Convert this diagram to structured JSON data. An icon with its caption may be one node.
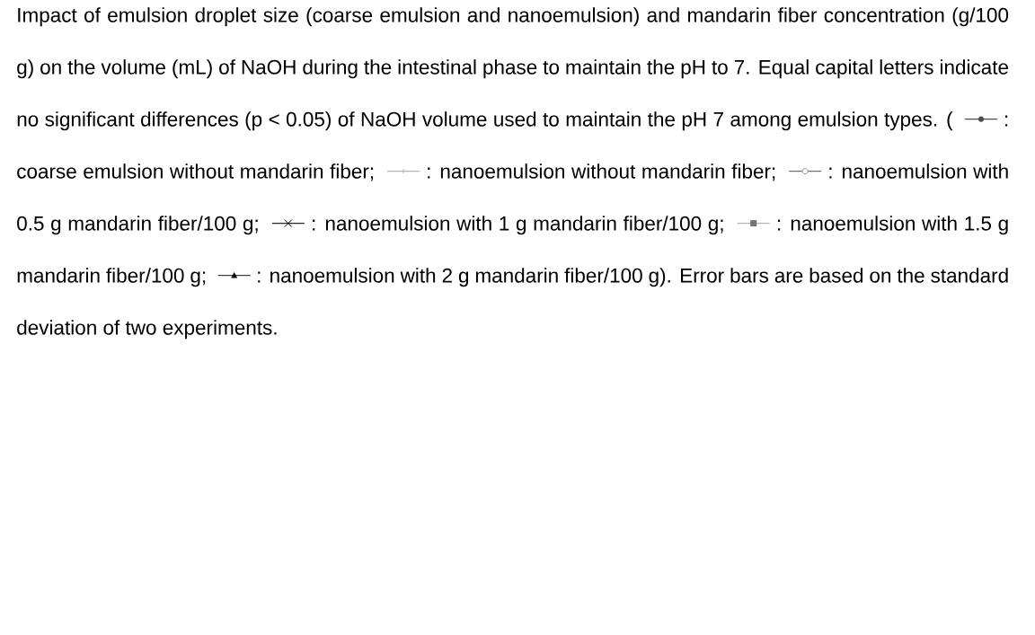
{
  "diagram": {
    "caption": "Impact of emulsion droplet size (coarse emulsion and nanoemulsion) and mandarin fiber concentration (g/100 g) on the volume (mL) of NaOH during the intestinal phase to maintain the pH to 7. Equal capital letters indicate no significant differences (p < 0.05) of NaOH volume used to maintain the pH 7 among emulsion types.",
    "labels": [
      "(",
      "Error bars are based on the standard deviation of two experiments."
    ],
    "legend": [
      {
        "text": ": coarse emulsion without mandarin fiber;"
      },
      {
        "text": ": nanoemulsion without mandarin fiber;"
      },
      {
        "text": ": nanoemulsion with 0.5 g mandarin fiber/100 g;"
      },
      {
        "text": ": nanoemulsion with 1 g mandarin fiber/100 g;"
      },
      {
        "text": ": nanoemulsion with 1.5 g mandarin fiber/100 g;"
      },
      {
        "text": ": nanoemulsion with 2 g mandarin fiber/100 g)."
      }
    ]
  }
}
